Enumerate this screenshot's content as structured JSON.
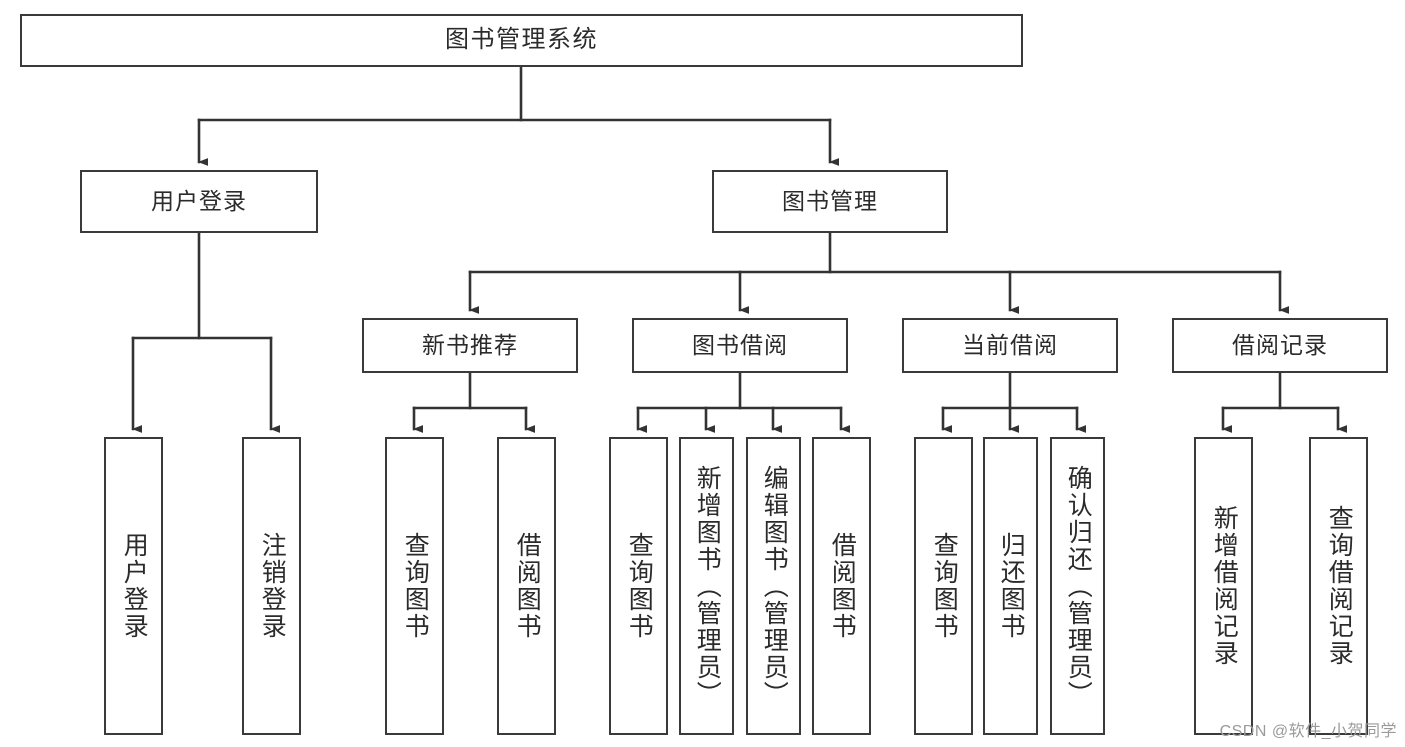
{
  "diagram": {
    "type": "tree-hierarchy-chart",
    "title": "图书管理系统",
    "watermark": "CSDN @软件_小贺同学",
    "colors": {
      "box_border": "#3a3a3a",
      "box_fill": "#ffffff",
      "connector": "#333333",
      "text": "#2b2b2b",
      "background": "#ffffff",
      "watermark": "#9a9a9a"
    },
    "levels": {
      "level1": [
        "图书管理系统"
      ],
      "level2": [
        "用户登录",
        "图书管理"
      ],
      "level3": [
        "新书推荐",
        "图书借阅",
        "当前借阅",
        "借阅记录"
      ],
      "level4": [
        "用户登录",
        "注销登录",
        "查询图书",
        "借阅图书",
        "查询图书",
        "新增图书（管理员）",
        "编辑图书（管理员）",
        "借阅图书",
        "查询图书",
        "归还图书",
        "确认归还（管理员）",
        "新增借阅记录",
        "查询借阅记录"
      ]
    },
    "nodes": {
      "root": {
        "label": "图书管理系统"
      },
      "user_login": {
        "label": "用户登录"
      },
      "book_manage": {
        "label": "图书管理"
      },
      "new_book_rec": {
        "label": "新书推荐"
      },
      "book_borrow": {
        "label": "图书借阅"
      },
      "current_borrow": {
        "label": "当前借阅"
      },
      "borrow_record": {
        "label": "借阅记录"
      },
      "leaf_user_login": {
        "label": "用户登录"
      },
      "leaf_logout": {
        "label": "注销登录"
      },
      "leaf_query_book_a": {
        "label": "查询图书"
      },
      "leaf_borrow_book_a": {
        "label": "借阅图书"
      },
      "leaf_query_book_b": {
        "label": "查询图书"
      },
      "leaf_add_book_admin": {
        "label": "新增图书（管理员）"
      },
      "leaf_edit_book_admin": {
        "label": "编辑图书（管理员）"
      },
      "leaf_borrow_book_b": {
        "label": "借阅图书"
      },
      "leaf_query_book_c": {
        "label": "查询图书"
      },
      "leaf_return_book": {
        "label": "归还图书"
      },
      "leaf_confirm_return_admin": {
        "label": "确认归还（管理员）"
      },
      "leaf_add_record": {
        "label": "新增借阅记录"
      },
      "leaf_query_record": {
        "label": "查询借阅记录"
      }
    }
  }
}
